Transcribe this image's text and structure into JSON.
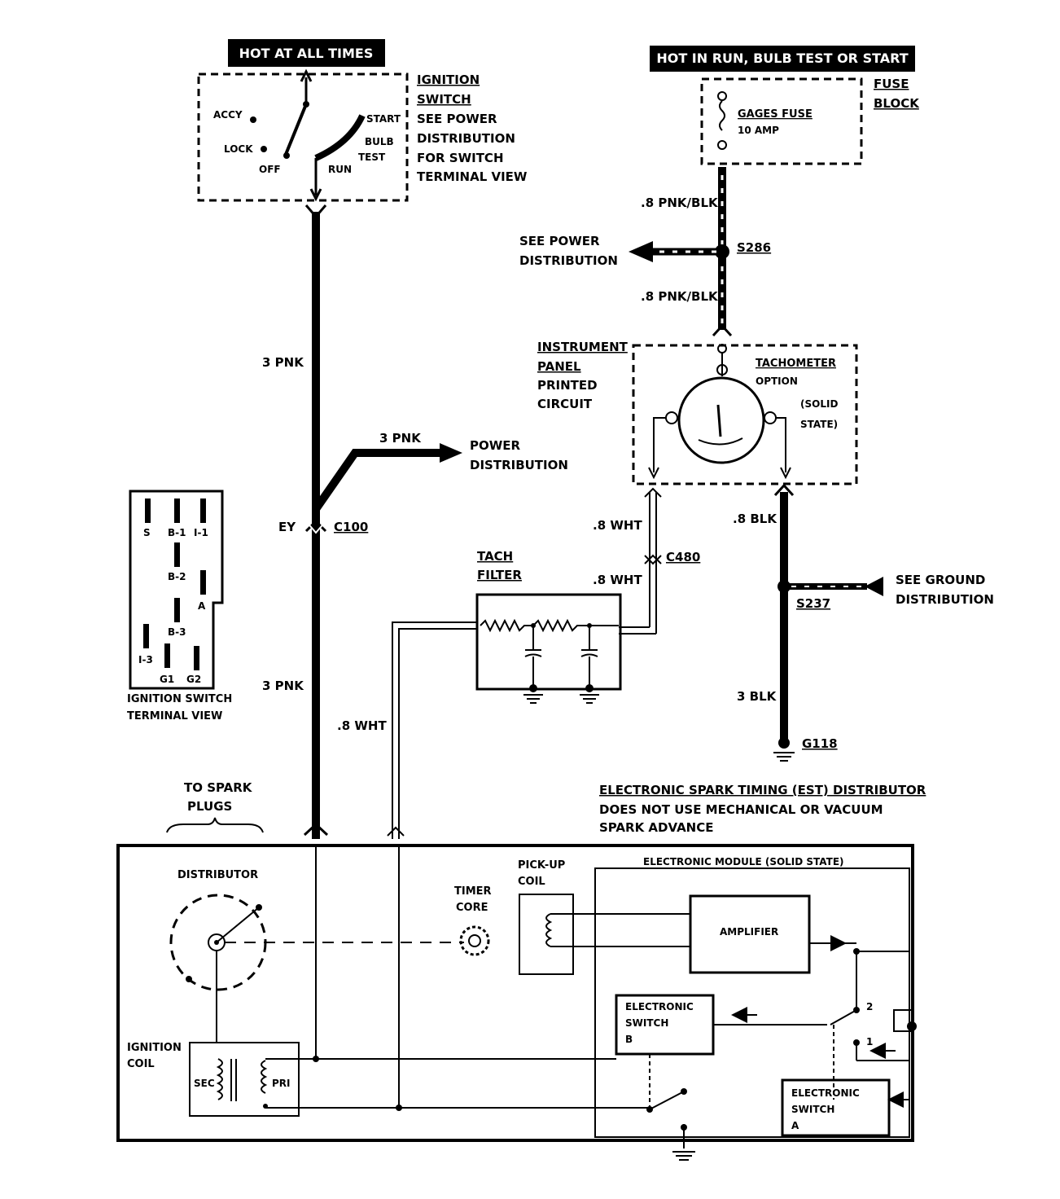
{
  "top_left_header": "HOT AT ALL TIMES",
  "top_right_header": "HOT IN RUN, BULB TEST OR START",
  "ignition_switch": {
    "title1": "IGNITION",
    "title2": "SWITCH",
    "note1": "SEE POWER",
    "note2": "DISTRIBUTION",
    "note3": "FOR SWITCH",
    "note4": "TERMINAL VIEW",
    "pos_accy": "ACCY",
    "pos_lock": "LOCK",
    "pos_off": "OFF",
    "pos_run": "RUN",
    "pos_start": "START",
    "pos_bulb": "BULB",
    "pos_test": "TEST"
  },
  "fuse_block": {
    "title1": "FUSE",
    "title2": "BLOCK",
    "fuse_name": "GAGES FUSE",
    "fuse_rating": "10 AMP"
  },
  "wires": {
    "pnk_blk_top": ".8 PNK/BLK",
    "pnk_blk_bottom": ".8 PNK/BLK",
    "pnk_upper": "3 PNK",
    "pnk_branch": "3 PNK",
    "pnk_lower": "3 PNK",
    "wht_1": ".8 WHT",
    "wht_2": ".8 WHT",
    "wht_3": ".8 WHT",
    "blk_1": ".8 BLK",
    "blk_2": "3 BLK"
  },
  "splices": {
    "s286": "S286",
    "s237": "S237",
    "c100": "C100",
    "c480": "C480",
    "ey": "EY",
    "g118": "G118"
  },
  "see_power_1": "SEE POWER",
  "see_power_2": "DISTRIBUTION",
  "power_dist_1": "POWER",
  "power_dist_2": "DISTRIBUTION",
  "see_ground_1": "SEE GROUND",
  "see_ground_2": "DISTRIBUTION",
  "instrument_panel": {
    "line1": "INSTRUMENT",
    "line2": "PANEL",
    "line3": "PRINTED",
    "line4": "CIRCUIT"
  },
  "tachometer": {
    "title": "TACHOMETER",
    "line2": "OPTION",
    "line3": "(SOLID",
    "line4": "STATE)"
  },
  "tach_filter": {
    "line1": "TACH",
    "line2": "FILTER"
  },
  "terminal_view": {
    "pins": [
      "S",
      "B-1",
      "I-1",
      "B-2",
      "A",
      "B-3",
      "I-3",
      "G1",
      "G2"
    ],
    "caption1": "IGNITION SWITCH",
    "caption2": "TERMINAL VIEW"
  },
  "spark_plugs_1": "TO SPARK",
  "spark_plugs_2": "PLUGS",
  "est": {
    "line1": "ELECTRONIC SPARK TIMING (EST) DISTRIBUTOR",
    "line2": "DOES NOT USE MECHANICAL OR VACUUM",
    "line3": "SPARK ADVANCE"
  },
  "distributor": {
    "label": "DISTRIBUTOR",
    "timer_core_1": "TIMER",
    "timer_core_2": "CORE",
    "pickup_1": "PICK-UP",
    "pickup_2": "COIL",
    "module": "ELECTRONIC MODULE (SOLID STATE)",
    "amplifier": "AMPLIFIER",
    "switch_b_1": "ELECTRONIC",
    "switch_b_2": "SWITCH",
    "switch_b_3": "B",
    "switch_a_1": "ELECTRONIC",
    "switch_a_2": "SWITCH",
    "switch_a_3": "A",
    "ign_coil_1": "IGNITION",
    "ign_coil_2": "COIL",
    "sec": "SEC",
    "pri": "PRI",
    "pos_1": "1",
    "pos_2": "2"
  }
}
